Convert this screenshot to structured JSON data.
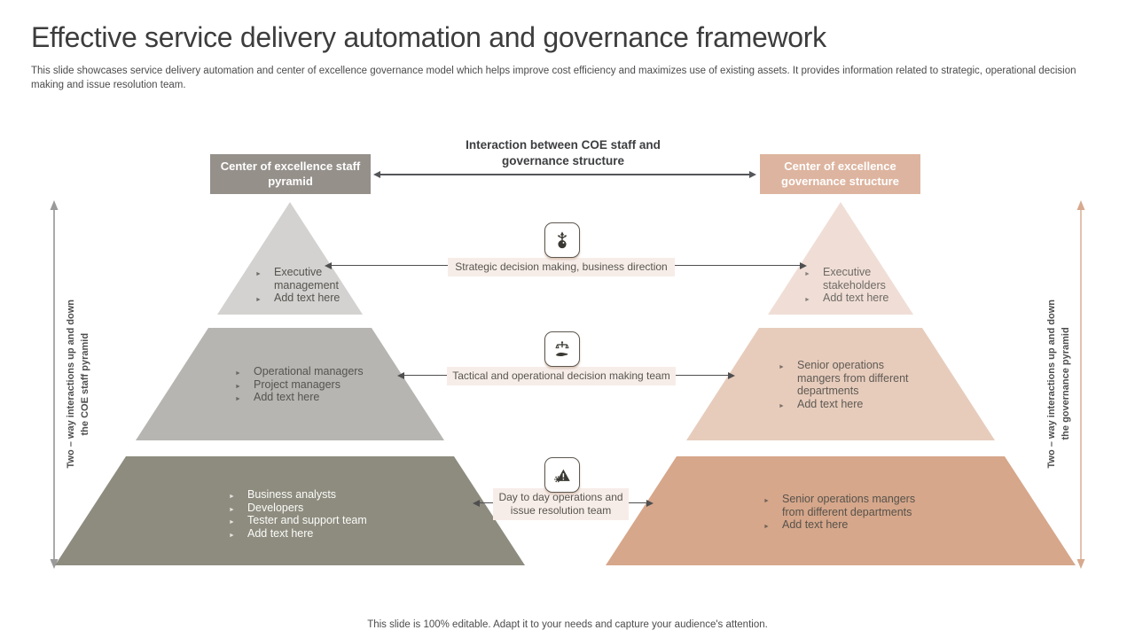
{
  "title": "Effective service delivery automation and governance framework",
  "subtitle": "This slide showcases service delivery automation and center of excellence governance model which helps improve cost efficiency and maximizes use of existing assets. It provides information related to strategic, operational decision making and issue resolution team.",
  "footer": "This slide is 100% editable. Adapt it to your needs and capture your audience's attention.",
  "interaction": {
    "heading": "Interaction between COE staff and governance structure"
  },
  "headers": {
    "left": "Center of excellence staff pyramid",
    "right": "Center of excellence governance structure"
  },
  "axes": {
    "left": {
      "lines": [
        "Two – way interactions up and down",
        "the COE staff pyramid"
      ]
    },
    "right": {
      "lines": [
        "Two – way interactions up and down",
        "the governance pyramid"
      ]
    }
  },
  "rows": [
    {
      "icon": "growth-icon",
      "label": "Strategic decision making, business direction"
    },
    {
      "icon": "balance-scale-hand-icon",
      "label": "Tactical and operational decision making team"
    },
    {
      "icon": "issue-alert-icon",
      "label": "Day to day operations and issue resolution team"
    }
  ],
  "left_pyramid": {
    "tiers": [
      {
        "items": [
          "Executive management",
          "Add text here"
        ]
      },
      {
        "items": [
          "Operational managers",
          "Project managers",
          "Add text here"
        ]
      },
      {
        "items": [
          "Business analysts",
          "Developers",
          "Tester and support team",
          "Add text here"
        ]
      }
    ]
  },
  "right_pyramid": {
    "tiers": [
      {
        "items": [
          "Executive stakeholders",
          "Add text here"
        ]
      },
      {
        "items": [
          "Senior operations mangers from different departments",
          "Add text here"
        ]
      },
      {
        "items": [
          "Senior operations mangers from different departments",
          "Add text here"
        ]
      }
    ]
  },
  "colors": {
    "left_header_bg": "#95908a",
    "right_header_bg": "#ddb49f",
    "left_tiers": [
      "#d3d2d0",
      "#b6b5b1",
      "#8e8c7f"
    ],
    "right_tiers": [
      "#f0ded6",
      "#e7ccbc",
      "#d6a78b"
    ],
    "pill_bg": "#f7ede8",
    "connector": "#4f4f50",
    "left_axis_arrow": "#858585",
    "right_axis_arrow": "#d7a98d"
  }
}
